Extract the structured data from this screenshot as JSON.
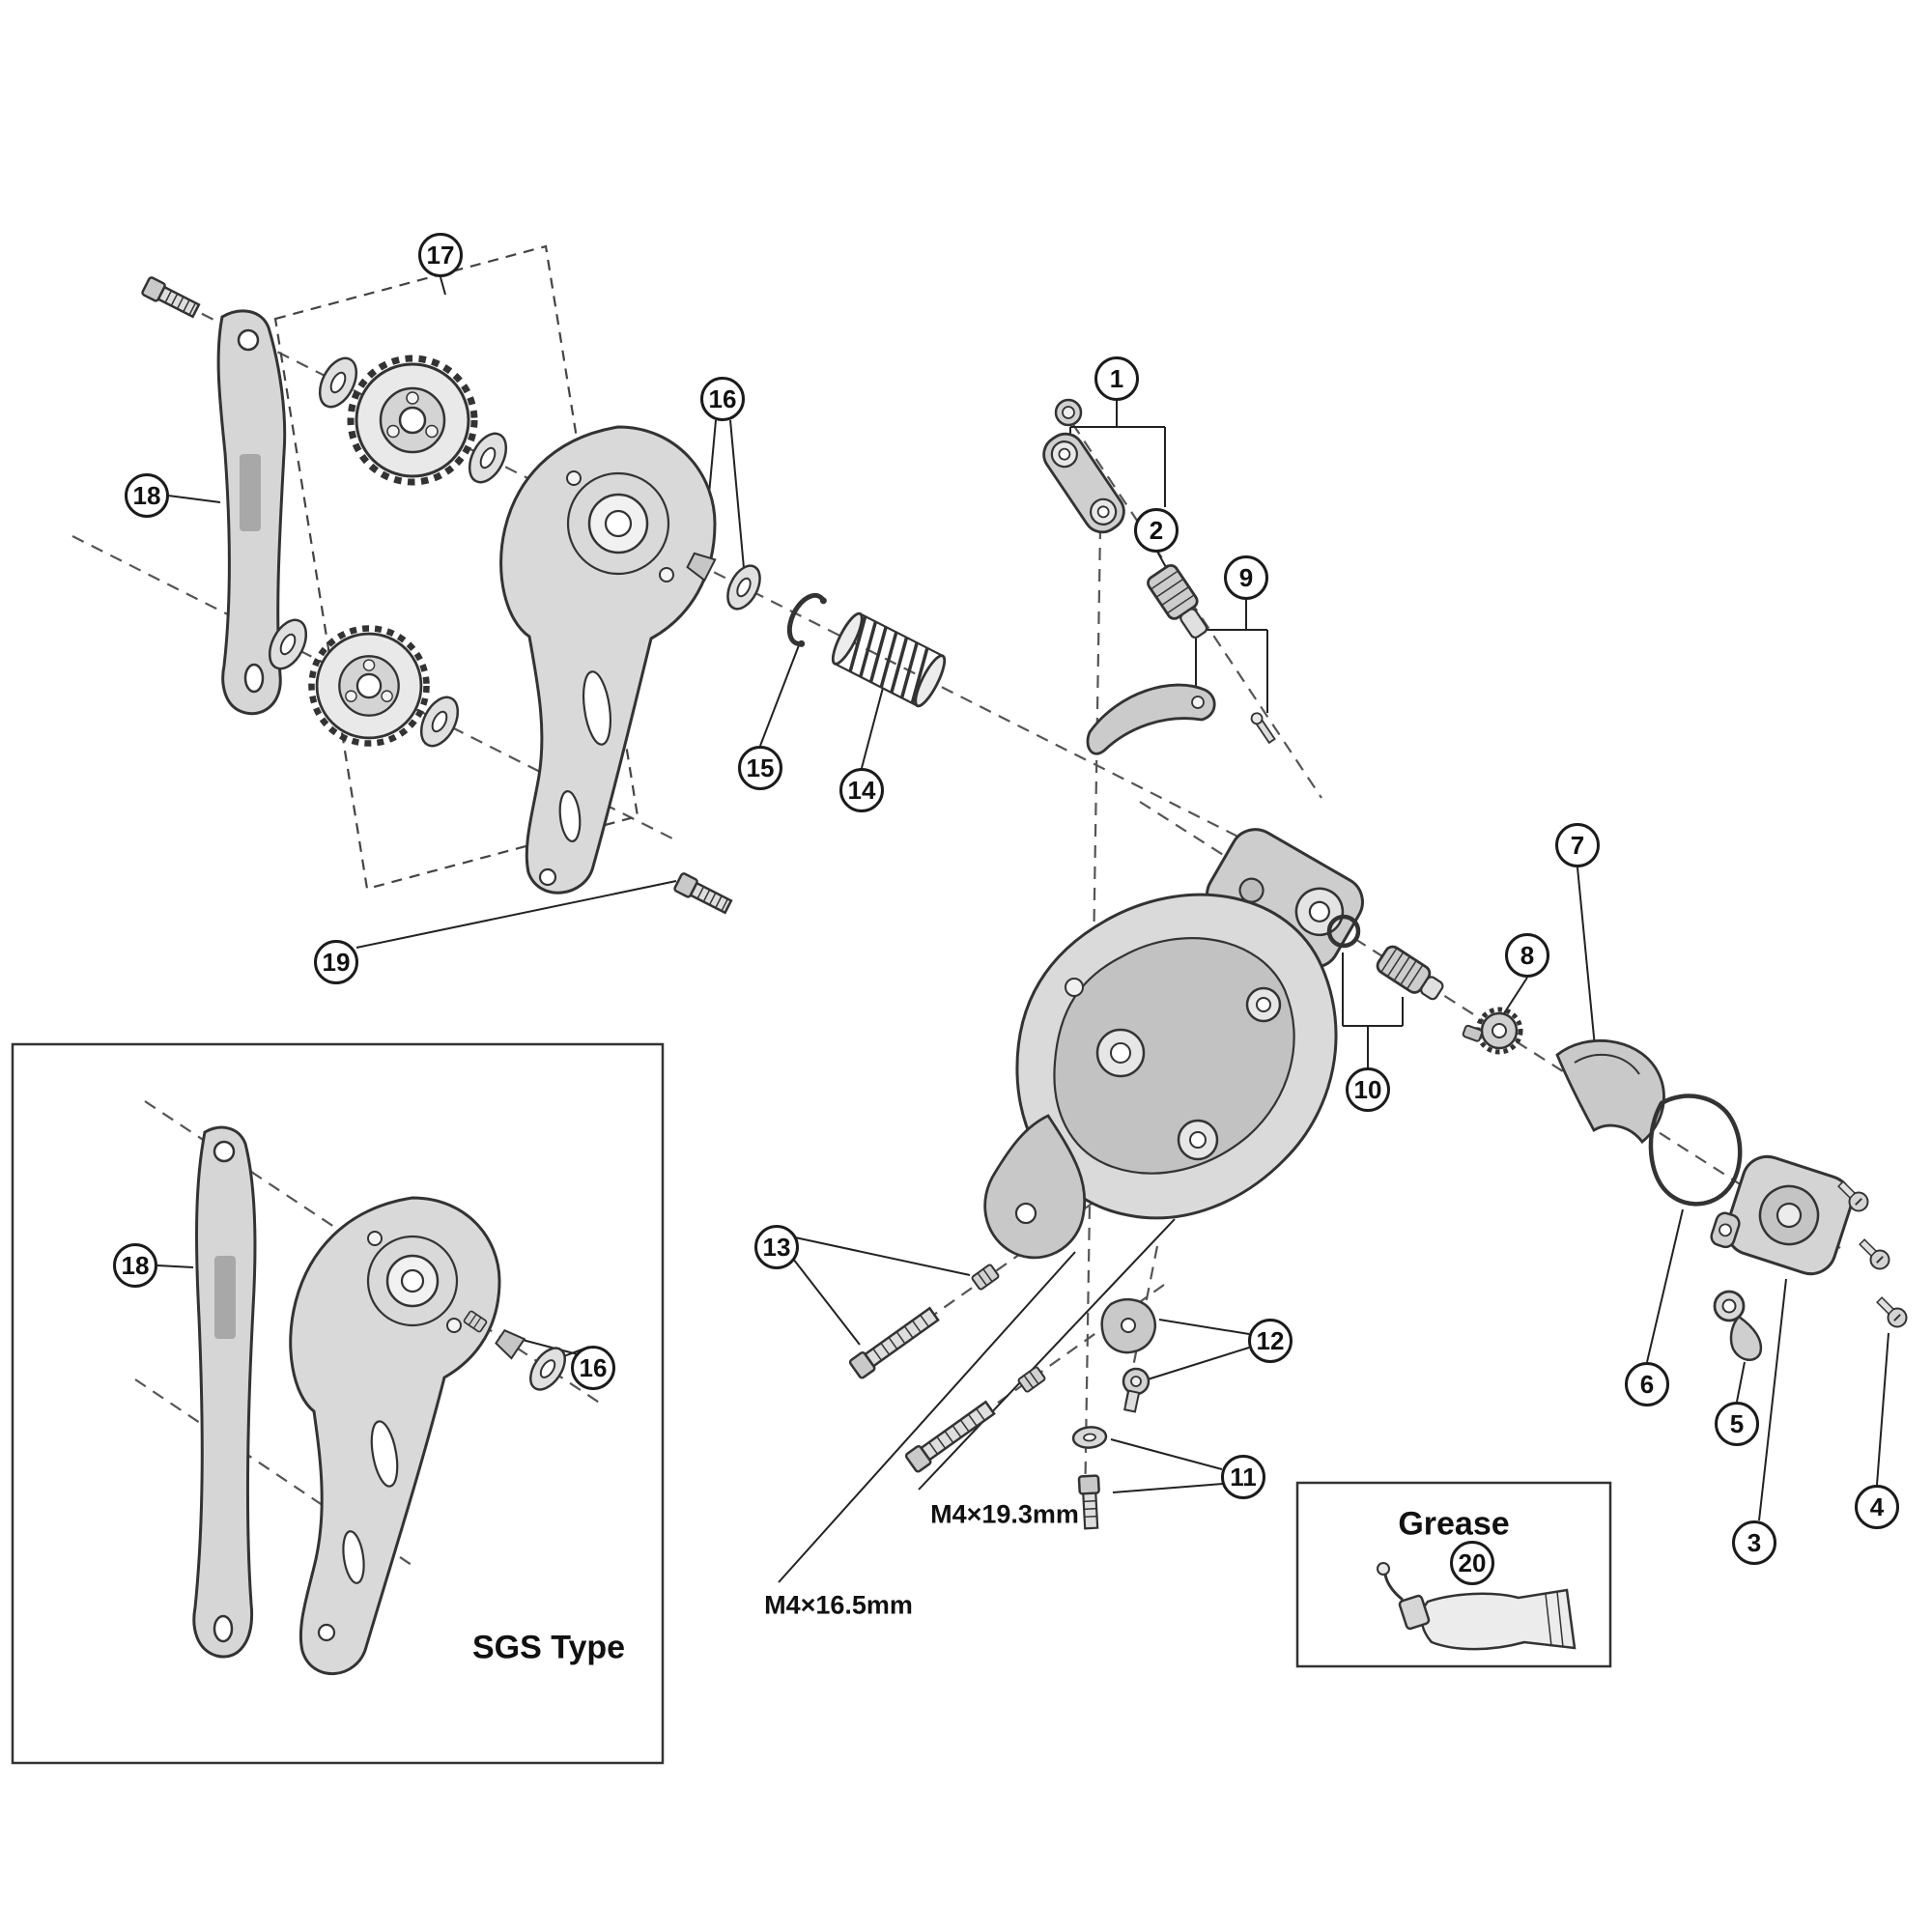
{
  "labels": {
    "sgs_type": "SGS Type",
    "grease": "Grease",
    "dim_long": "M4×19.3mm",
    "dim_short": "M4×16.5mm"
  },
  "callouts": [
    {
      "num": "1"
    },
    {
      "num": "2"
    },
    {
      "num": "3"
    },
    {
      "num": "4"
    },
    {
      "num": "5"
    },
    {
      "num": "6"
    },
    {
      "num": "7"
    },
    {
      "num": "8"
    },
    {
      "num": "9"
    },
    {
      "num": "10"
    },
    {
      "num": "11"
    },
    {
      "num": "12"
    },
    {
      "num": "13"
    },
    {
      "num": "14"
    },
    {
      "num": "15"
    },
    {
      "num": "16"
    },
    {
      "num": "17"
    },
    {
      "num": "18"
    },
    {
      "num": "19"
    },
    {
      "num": "20"
    },
    {
      "num": "16"
    },
    {
      "num": "18"
    }
  ],
  "colors": {
    "line": "#333333",
    "part_fill": "#d9d9d9",
    "background": "#ffffff"
  }
}
